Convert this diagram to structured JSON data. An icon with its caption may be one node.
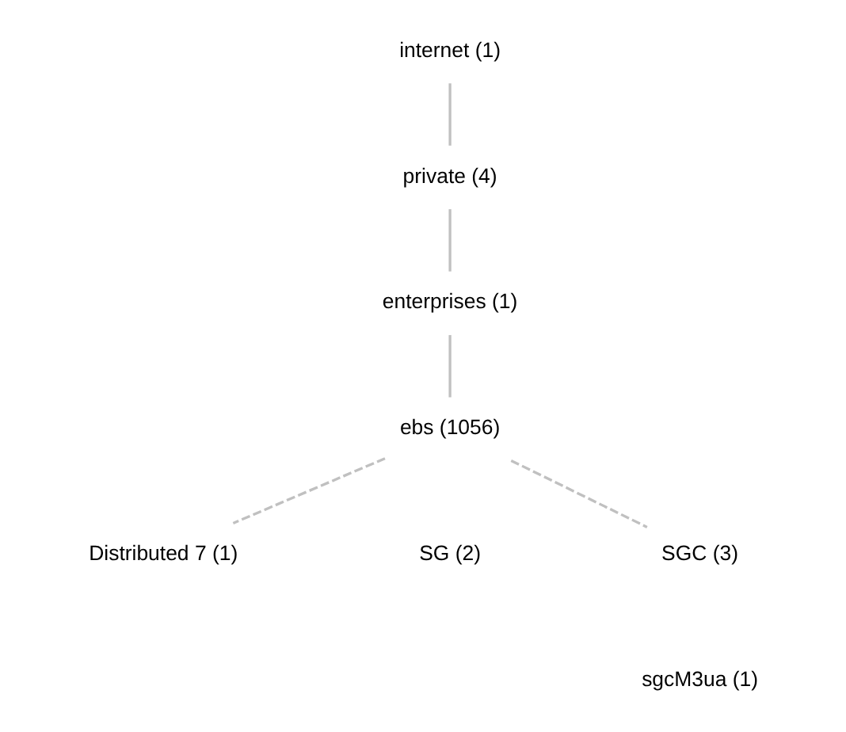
{
  "diagram": {
    "nodes": [
      {
        "text": [
          "internet (1)"
        ]
      },
      {
        "text": [
          "private (4)"
        ]
      },
      {
        "text": [
          "enterprises (1)"
        ]
      },
      {
        "text": [
          "ebs (1056)"
        ]
      },
      {
        "text": [
          "Distributed 7 (1)"
        ]
      },
      {
        "text": [
          "SG (2)"
        ]
      },
      {
        "text": [
          "SGC (3)"
        ]
      },
      {
        "text": [
          "sgcM3ua (1)"
        ]
      }
    ],
    "edges": [
      {
        "from": 0,
        "to": 1,
        "arrow": "none"
      },
      {
        "from": 1,
        "to": 2,
        "arrow": "none"
      },
      {
        "from": 2,
        "to": 3,
        "arrow": "none"
      },
      {
        "from": 3,
        "to": 4,
        "arrow": "none",
        "style": "dashed"
      },
      {
        "from": 3,
        "to": 6,
        "arrow": "none",
        "style": "dashed"
      }
    ]
  }
}
